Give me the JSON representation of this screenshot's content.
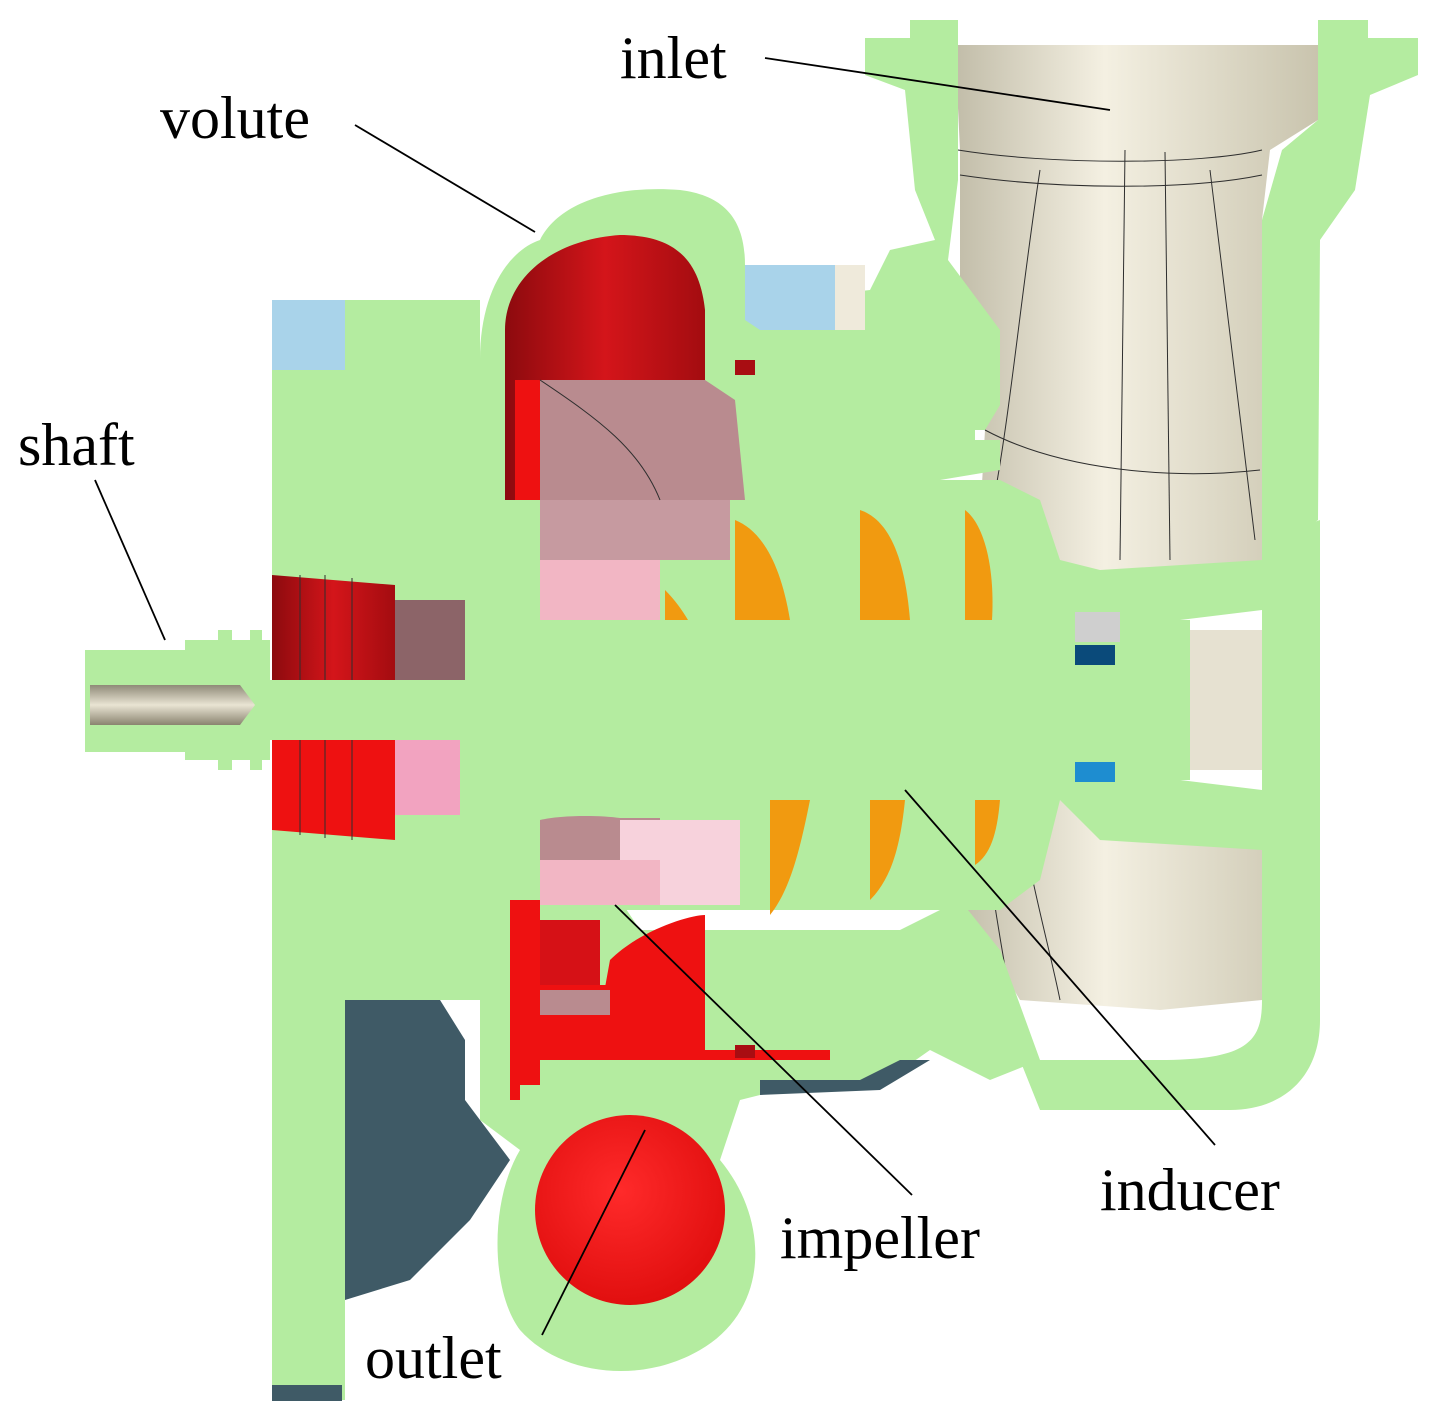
{
  "labels": {
    "inlet": "inlet",
    "volute": "volute",
    "shaft": "shaft",
    "inducer": "inducer",
    "impeller": "impeller",
    "outlet": "outlet"
  },
  "colors": {
    "casing": "#b4eca0",
    "casing_dark": "#9fd88c",
    "flow_channel": "#d8d3c1",
    "flow_channel_light": "#efeadb",
    "impeller_red": "#ee1111",
    "impeller_dark_red": "#a80d12",
    "impeller_pink": "#f2b6c4",
    "impeller_mauve": "#b98b8f",
    "inducer_orange": "#f19a10",
    "flange_blue": "#a9d3ea",
    "base_slate": "#3f5a66",
    "bearing_blue": "#1e8dd0"
  }
}
